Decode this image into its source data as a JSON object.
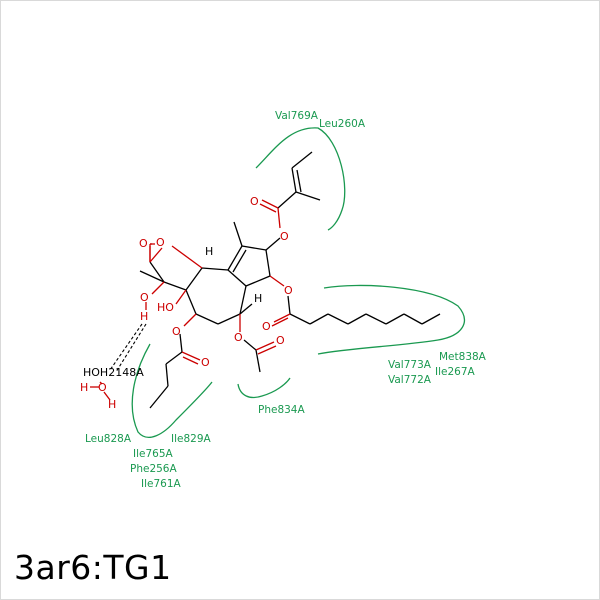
{
  "title": "3ar6:TG1",
  "colors": {
    "bond": "#000000",
    "oxygen": "#cc0000",
    "hydrogen": "#cc0000",
    "residue": "#1a9950",
    "background": "#ffffff"
  },
  "atoms": {
    "O": "O",
    "H": "H",
    "HO": "HO",
    "OH": "OH"
  },
  "water_label": "HOH2148A",
  "residues": {
    "val769": "Val769A",
    "leu260": "Leu260A",
    "val773": "Val773A",
    "val772": "Val772A",
    "met838": "Met838A",
    "ile267": "Ile267A",
    "phe834": "Phe834A",
    "leu828": "Leu828A",
    "ile829": "Ile829A",
    "ile765": "Ile765A",
    "phe256": "Phe256A",
    "ile761": "Ile761A"
  }
}
